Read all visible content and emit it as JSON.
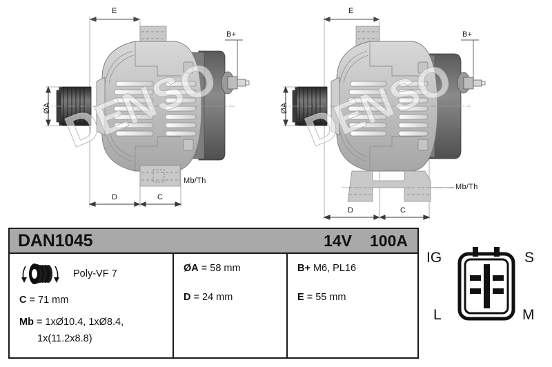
{
  "header": {
    "model": "DAN1045",
    "voltage": "14V",
    "amperage": "100A"
  },
  "specs": {
    "column1": {
      "pulley_icon": "v-belt-pulley-icon",
      "pulley_type": "Poly-VF 7",
      "c_label": "C",
      "c_value": " = 71 mm",
      "mb_label": "Mb",
      "mb_value": " = 1xØ10.4, 1xØ8.4,",
      "mb_value_line2": "1x(11.2x8.8)"
    },
    "column2": {
      "diameter_a_label": "ØA",
      "diameter_a_value": " = 58 mm",
      "d_label": "D",
      "d_value": " = 24 mm"
    },
    "column3": {
      "bplus_label": "B+",
      "bplus_value": " M6, PL16",
      "e_label": "E",
      "e_value": " = 55 mm"
    }
  },
  "connector": {
    "terminal_top_left": "IG",
    "terminal_top_right": "S",
    "terminal_bottom_left": "L",
    "terminal_bottom_right": "M"
  },
  "drawings": {
    "left_view": {
      "dim_e": "E",
      "dim_diameter_a": "ØA",
      "dim_d": "D",
      "dim_c": "C",
      "label_bplus": "B+",
      "label_mbth": "Mb/Th",
      "watermark": "DENSO"
    },
    "right_view": {
      "dim_e": "E",
      "dim_diameter_a": "ØA",
      "dim_d": "D",
      "dim_c": "C",
      "label_bplus": "B+",
      "label_mbth": "Mb/Th",
      "watermark": "DENSO"
    }
  },
  "colors": {
    "header_band": "#a9a9a9",
    "border": "#1a1a1a",
    "background": "#ffffff",
    "body_gray": "#b9b9b9",
    "dark_gray": "#6e6e6e"
  }
}
